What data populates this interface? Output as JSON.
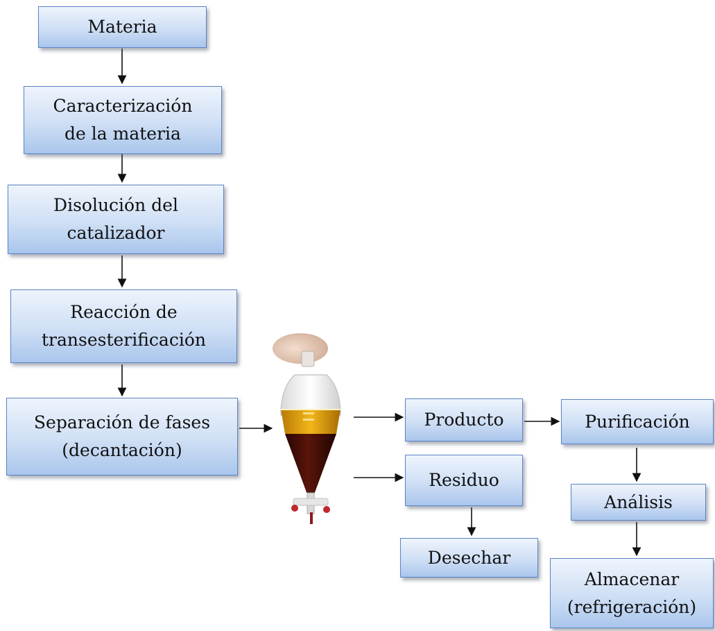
{
  "nodes": {
    "materia": "Materia",
    "caracterizacion": "Caracterización\nde la materia",
    "disolucion": "Disolución del\ncatalizador",
    "reaccion": "Reacción de\ntransesterificación",
    "separacion": "Separación de fases\n(decantación)",
    "producto": "Producto",
    "purificacion": "Purificación",
    "analisis": "Análisis",
    "almacenar": "Almacenar\n(refrigeración)",
    "residuo": "Residuo",
    "desechar": "Desechar"
  },
  "image": {
    "subject": "separatory-funnel-photo"
  },
  "colors": {
    "box_border": "#5b83c4",
    "box_fill_top": "#eef4fc",
    "box_fill_bottom": "#a9c6ec",
    "arrow": "#111111",
    "oil_phase": "#e8a70a",
    "glycerol_phase": "#3d0c06"
  }
}
